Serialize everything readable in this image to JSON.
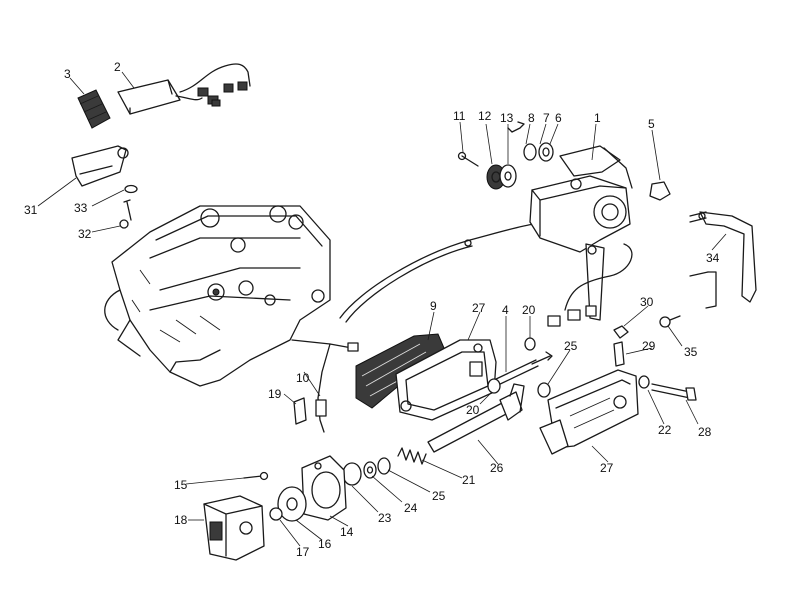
{
  "callouts": {
    "c1": "1",
    "c2": "2",
    "c3": "3",
    "c4": "4",
    "c5": "5",
    "c6": "6",
    "c7": "7",
    "c8": "8",
    "c9": "9",
    "c10": "10",
    "c11": "11",
    "c12": "12",
    "c13": "13",
    "c14": "14",
    "c15": "15",
    "c16": "16",
    "c17": "17",
    "c18": "18",
    "c19": "19",
    "c20a": "20",
    "c20b": "20",
    "c21": "21",
    "c22": "22",
    "c23": "23",
    "c24": "24",
    "c25a": "25",
    "c25b": "25",
    "c26": "26",
    "c27a": "27",
    "c27b": "27",
    "c28": "28",
    "c29": "29",
    "c30": "30",
    "c31": "31",
    "c32": "32",
    "c33": "33",
    "c34": "34",
    "c35": "35"
  }
}
